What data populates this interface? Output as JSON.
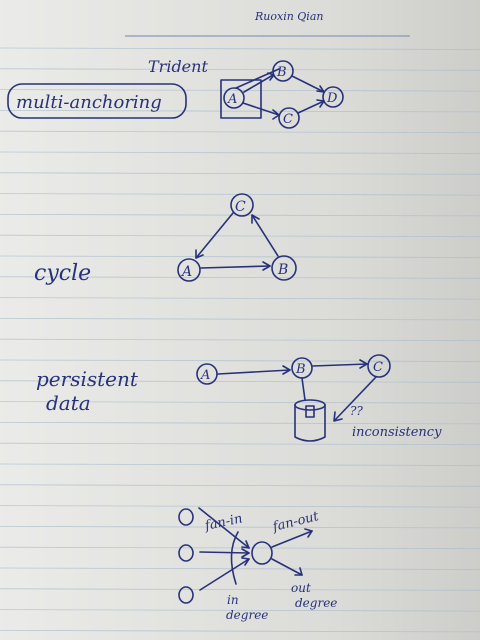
{
  "header": {
    "author": "Ruoxin Qian"
  },
  "sections": [
    {
      "label": "multi-anchoring",
      "title": "Trident",
      "nodes": [
        "A",
        "B",
        "C",
        "D"
      ]
    },
    {
      "label": "cycle",
      "nodes": [
        "C",
        "A",
        "B"
      ]
    },
    {
      "label_line1": "persistent",
      "label_line2": "data",
      "nodes": [
        "A",
        "B",
        "C"
      ],
      "annotation_q": "??",
      "annotation": "inconsistency"
    },
    {
      "fan_in": "fan-in",
      "fan_out": "fan-out",
      "in_degree_1": "in",
      "in_degree_2": "degree",
      "out_degree_1": "out",
      "out_degree_2": "degree"
    }
  ],
  "colors": {
    "ink": "#27327a",
    "paper": "#e4e4e1",
    "rule": "#a9bccd",
    "margin_line": "#8b98b8"
  }
}
